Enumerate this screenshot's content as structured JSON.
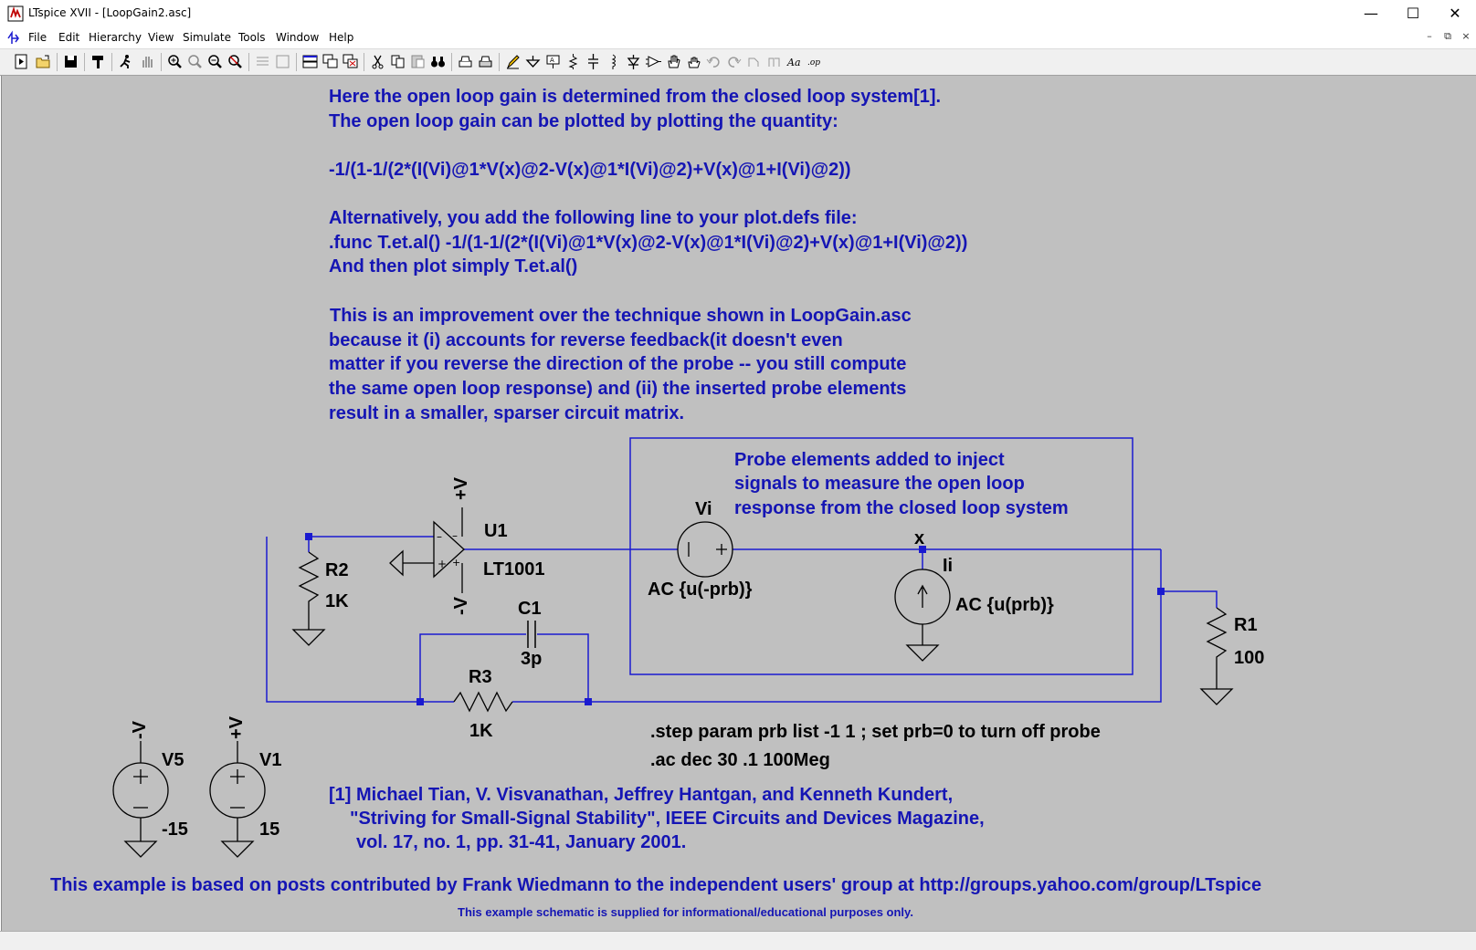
{
  "window": {
    "title": "LTspice XVII - [LoopGain2.asc]"
  },
  "menu": [
    {
      "label": "File"
    },
    {
      "label": "Edit"
    },
    {
      "label": "Hierarchy"
    },
    {
      "label": "View"
    },
    {
      "label": "Simulate"
    },
    {
      "label": "Tools"
    },
    {
      "label": "Window"
    },
    {
      "label": "Help"
    }
  ],
  "colors": {
    "accent_text": "#1515b4",
    "wire": "#1a1ad0",
    "canvas_bg": "#c0c0c0",
    "black_text": "#000000"
  },
  "notes": {
    "intro": [
      "Here the open loop gain is determined from the closed loop system[1].",
      "The open loop gain can be plotted by plotting the quantity:",
      "-1/(1-1/(2*(I(Vi)@1*V(x)@2-V(x)@1*I(Vi)@2)+V(x)@1+I(Vi)@2))",
      "Alternatively, you add the following line to your plot.defs file:",
      ".func T.et.al() -1/(1-1/(2*(I(Vi)@1*V(x)@2-V(x)@1*I(Vi)@2)+V(x)@1+I(Vi)@2))",
      "And then plot simply T.et.al()"
    ],
    "improvement": [
      "This is an improvement over the technique shown in LoopGain.asc",
      "because it (i) accounts for reverse feedback(it doesn't even",
      "matter if you reverse the direction of the probe -- you still compute",
      "the same open loop response) and (ii) the inserted probe elements",
      "result in a smaller, sparser circuit matrix."
    ],
    "probe_box": [
      "Probe elements added to  inject",
      "signals to measure the open loop",
      "response from the closed loop system"
    ],
    "reference": [
      "[1] Michael Tian, V. Visvanathan, Jeffrey Hantgan, and Kenneth Kundert,",
      "\"Striving for Small-Signal Stability\", IEEE Circuits and Devices Magazine,",
      "vol. 17, no. 1, pp. 31-41, January 2001."
    ],
    "footer": "This example is based on posts contributed by Frank Wiedmann to the independent users' group at http://groups.yahoo.com/group/LTspice",
    "disclaimer": "This example schematic is supplied for informational/educational purposes only."
  },
  "directives": {
    "step": ".step param prb list -1 1 ; set prb=0 to turn off probe",
    "ac": ".ac dec 30 .1 100Meg"
  },
  "components": {
    "u1": {
      "name": "U1",
      "value": "LT1001",
      "pos_supply": "+V",
      "neg_supply": "-V"
    },
    "r2": {
      "name": "R2",
      "value": "1K"
    },
    "r3": {
      "name": "R3",
      "value": "1K"
    },
    "c1": {
      "name": "C1",
      "value": "3p"
    },
    "r1": {
      "name": "R1",
      "value": "100"
    },
    "vi": {
      "name": "Vi",
      "value": "AC {u(-prb)}"
    },
    "ii": {
      "name": "Ii",
      "value": "AC {u(prb)}"
    },
    "node_x": {
      "name": "x"
    },
    "v5": {
      "name": "V5",
      "value": "-15",
      "flag": "-V"
    },
    "v1": {
      "name": "V1",
      "value": "15",
      "flag": "+V"
    }
  }
}
